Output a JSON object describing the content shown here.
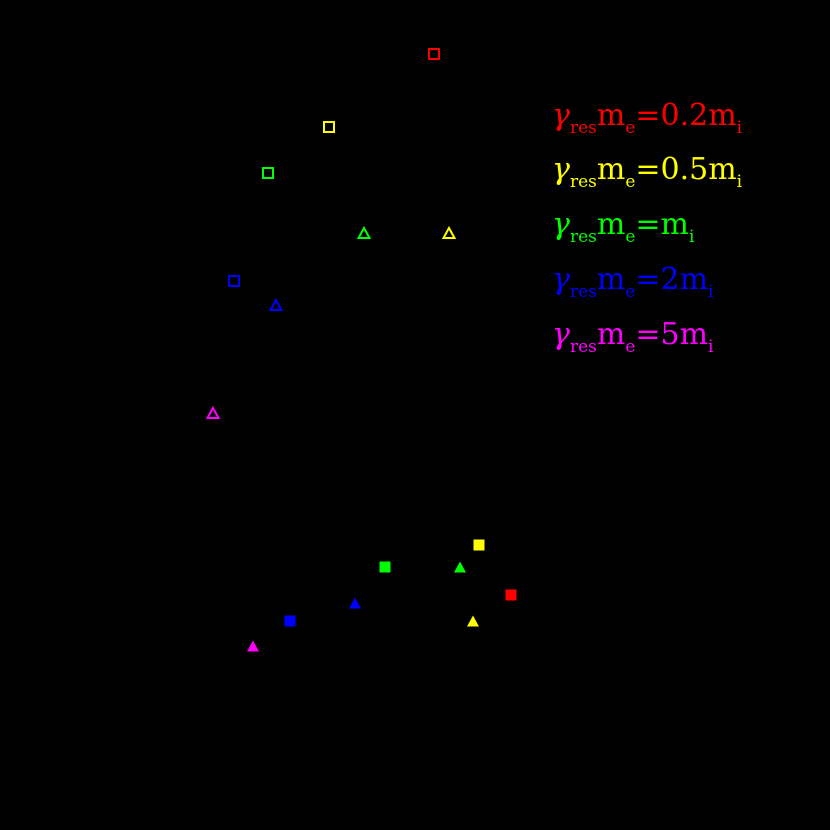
{
  "chart_data": {
    "type": "scatter",
    "title": "",
    "xlabel": "",
    "ylabel": "",
    "grid": false,
    "axes_visible": false,
    "background": "#000000",
    "legend_position": "upper right",
    "coordinate_note": "x,y given in image pixel coordinates (no visible axes/ticks)",
    "legend": [
      {
        "label_greek": "γ",
        "label_sub": "res",
        "label_main": "m",
        "label_sub2": "e",
        "label_eq": "=0.2m",
        "label_sub3": "i",
        "text": "γ_res m_e = 0.2 m_i",
        "color": "#ff0000"
      },
      {
        "label_greek": "γ",
        "label_sub": "res",
        "label_main": "m",
        "label_sub2": "e",
        "label_eq": "=0.5m",
        "label_sub3": "i",
        "text": "γ_res m_e = 0.5 m_i",
        "color": "#ffff00"
      },
      {
        "label_greek": "γ",
        "label_sub": "res",
        "label_main": "m",
        "label_sub2": "e",
        "label_eq": "=m",
        "label_sub3": "i",
        "text": "γ_res m_e = m_i",
        "color": "#00ff00"
      },
      {
        "label_greek": "γ",
        "label_sub": "res",
        "label_main": "m",
        "label_sub2": "e",
        "label_eq": "=2m",
        "label_sub3": "i",
        "text": "γ_res m_e = 2 m_i",
        "color": "#0000ff"
      },
      {
        "label_greek": "γ",
        "label_sub": "res",
        "label_main": "m",
        "label_sub2": "e",
        "label_eq": "=5m",
        "label_sub3": "i",
        "text": "γ_res m_e = 5 m_i",
        "color": "#ff00ff"
      }
    ],
    "series": [
      {
        "name": "γ_res m_e = 0.2 m_i",
        "color": "#ff0000",
        "points": [
          {
            "x": 434,
            "y": 54,
            "marker": "square",
            "filled": false
          },
          {
            "x": 511,
            "y": 595,
            "marker": "square",
            "filled": true
          }
        ]
      },
      {
        "name": "γ_res m_e = 0.5 m_i",
        "color": "#ffff00",
        "points": [
          {
            "x": 329,
            "y": 127,
            "marker": "square",
            "filled": false
          },
          {
            "x": 449,
            "y": 233,
            "marker": "triangle",
            "filled": false
          },
          {
            "x": 479,
            "y": 545,
            "marker": "square",
            "filled": true
          },
          {
            "x": 473,
            "y": 621,
            "marker": "triangle",
            "filled": true
          }
        ]
      },
      {
        "name": "γ_res m_e = m_i",
        "color": "#00ff00",
        "points": [
          {
            "x": 268,
            "y": 173,
            "marker": "square",
            "filled": false
          },
          {
            "x": 364,
            "y": 233,
            "marker": "triangle",
            "filled": false
          },
          {
            "x": 385,
            "y": 567,
            "marker": "square",
            "filled": true
          },
          {
            "x": 460,
            "y": 567,
            "marker": "triangle",
            "filled": true
          }
        ]
      },
      {
        "name": "γ_res m_e = 2 m_i",
        "color": "#0000ff",
        "points": [
          {
            "x": 234,
            "y": 281,
            "marker": "square",
            "filled": false
          },
          {
            "x": 276,
            "y": 305,
            "marker": "triangle",
            "filled": false
          },
          {
            "x": 355,
            "y": 603,
            "marker": "triangle",
            "filled": true
          },
          {
            "x": 290,
            "y": 621,
            "marker": "square",
            "filled": true
          }
        ]
      },
      {
        "name": "γ_res m_e = 5 m_i",
        "color": "#ff00ff",
        "points": [
          {
            "x": 213,
            "y": 413,
            "marker": "triangle",
            "filled": false
          },
          {
            "x": 253,
            "y": 646,
            "marker": "triangle",
            "filled": true
          }
        ]
      }
    ]
  }
}
